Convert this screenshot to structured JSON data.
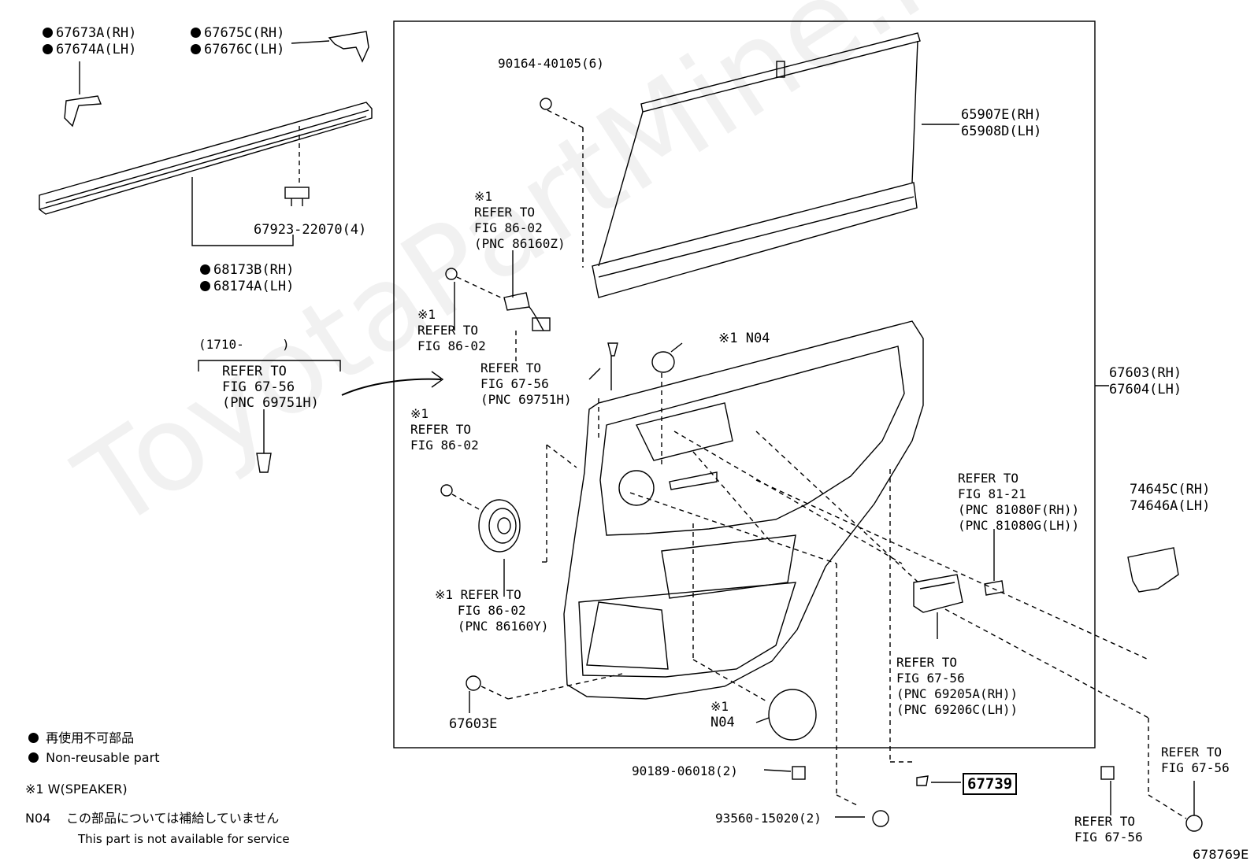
{
  "watermark": "ToyotaPartMine.ru",
  "labels": {
    "p67673": "67673A(RH)",
    "p67674": "67674A(LH)",
    "p67675": "67675C(RH)",
    "p67676": "67676C(LH)",
    "p67923": "67923-22070(4)",
    "p68173": "68173B(RH)",
    "p68174": "68174A(LH)",
    "date_range": "(1710-     )",
    "ref_left": [
      "REFER TO",
      "FIG 67-56",
      "(PNC 69751H)"
    ],
    "p90164": "90164-40105(6)",
    "p65907": "65907E(RH)",
    "p65908": "65908D(LH)",
    "ref_86160z": [
      "※1",
      "REFER TO",
      "FIG 86-02",
      "(PNC 86160Z)"
    ],
    "ref_86_02_a": [
      "※1",
      "REFER TO",
      "FIG 86-02"
    ],
    "ref_69751h": [
      "REFER TO",
      "FIG 67-56",
      "(PNC 69751H)"
    ],
    "n04_top": "※1 N04",
    "p67603": "67603(RH)",
    "p67604": "67604(LH)",
    "ref_86_02_b": [
      "※1",
      "REFER TO",
      "FIG 86-02"
    ],
    "ref_81_21": [
      "REFER TO",
      "FIG 81-21",
      "(PNC 81080F(RH))",
      "(PNC 81080G(LH))"
    ],
    "p74645": "74645C(RH)",
    "p74646": "74646A(LH)",
    "ref_86160y": [
      "※1 REFER TO",
      "   FIG 86-02",
      "   (PNC 86160Y)"
    ],
    "ref_69205": [
      "REFER TO",
      "FIG 67-56",
      "(PNC 69205A(RH))",
      "(PNC 69206C(LH))"
    ],
    "n04_bottom": [
      "※1",
      "N04"
    ],
    "p67603e": "67603E",
    "p90189": "90189-06018(2)",
    "p93560": "93560-15020(2)",
    "p67739": "67739",
    "ref_67_56_right": [
      "REFER TO",
      "FIG 67-56"
    ],
    "ref_67_56_bottom": [
      "REFER TO",
      "FIG 67-56"
    ],
    "figure_code": "678769E"
  },
  "legend": {
    "nonreusable_jp": "再使用不可部品",
    "nonreusable_en": "Non-reusable part",
    "note1": "※1 W(SPEAKER)",
    "n04_code": "N04",
    "n04_jp": "この部品については補給していません",
    "n04_en": "This part is not available for service"
  }
}
